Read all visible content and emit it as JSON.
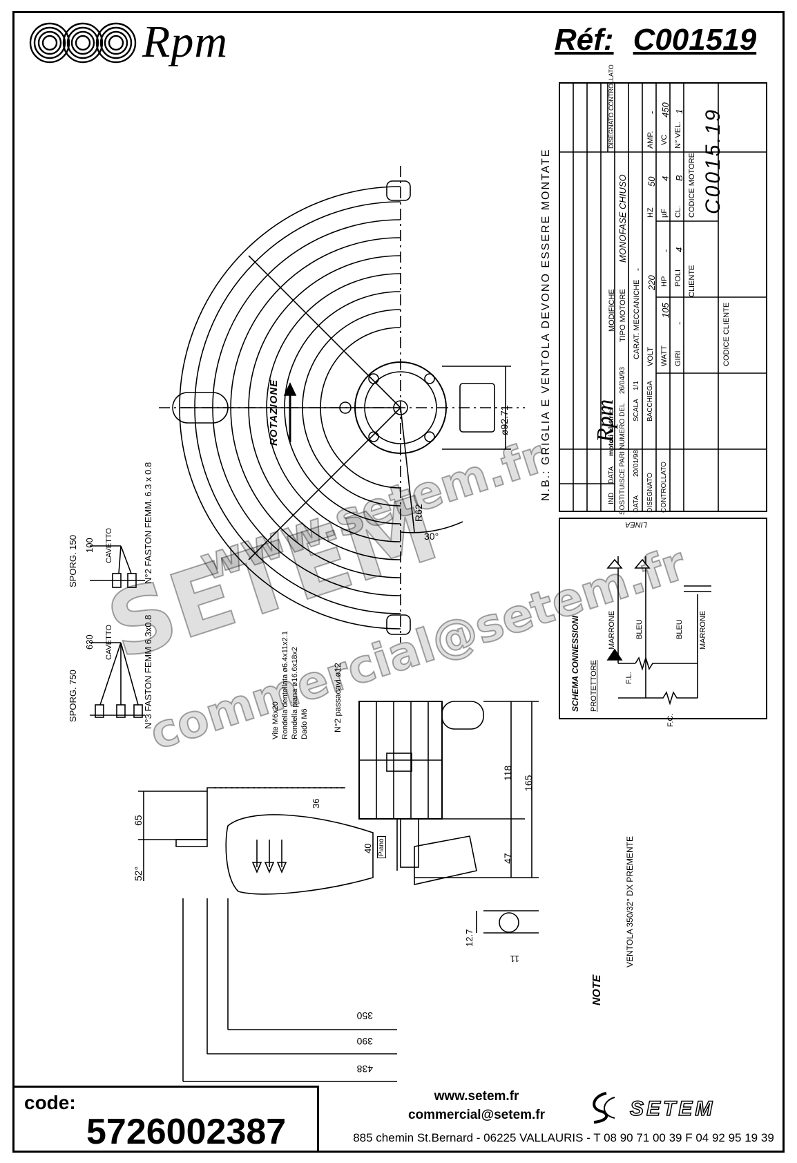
{
  "header": {
    "logo_label": "Rpm",
    "ref_label": "Réf:",
    "ref_value": "C001519"
  },
  "drawing": {
    "note_line": "N.B.: GRIGLIA E VENTOLA DEVONO ESSERE MONTATE",
    "rotation_label": "ROTAZIONE",
    "diameter_hub": "ø92.71",
    "radius": "R62",
    "angle": "30°",
    "dims": [
      "65",
      "52°",
      "36",
      "40",
      "118",
      "165",
      "47",
      "12.7",
      "350",
      "390",
      "438",
      "11"
    ],
    "plano": "Piano",
    "fixing_notes": [
      "Vite M6x20",
      "Rondella dentellata ø6.4x11x2.1",
      "Rondella piana ø16.6x18x2",
      "Dado M6"
    ],
    "passacavi": "N°2 passacavi ø12",
    "cable_1": {
      "label": "SPORG. 150",
      "length": "100",
      "type": "CAVETTO",
      "faston": "N°2 FASTON FEMM. 6.3 x 0.8"
    },
    "cable_2": {
      "label": "SPORG. 750",
      "length": "630",
      "type": "CAVETTO",
      "faston": "N°3 FASTON FEMM 6.3x0.8"
    },
    "fan_note": "VENTOLA 350/32° DX PREMENTE",
    "note_label": "NOTE"
  },
  "title_block": {
    "tipo_motore_label": "TIPO MOTORE",
    "tipo_motore": "MONOFASE CHIUSO",
    "carat_label": "CARAT. MECCANICHE",
    "carat_value": "-",
    "volt_label": "VOLT",
    "volt": "220",
    "hz_label": "HZ",
    "hz": "50",
    "amp_label": "AMP.",
    "amp": "-",
    "watt_label": "WATT",
    "watt": "105",
    "hp_label": "HP",
    "hp": "-",
    "uf_label": "µF",
    "uf": "4",
    "vc_label": "VC",
    "vc": "450",
    "giri_label": "GIRI",
    "giri": "-",
    "poli_label": "POLI",
    "poli": "4",
    "cl_label": "CL.",
    "cl": "B",
    "vel_label": "N° VEL.",
    "vel": "1",
    "cliente_label": "CLIENTE",
    "codice_motore_label": "CODICE MOTORE",
    "codice_motore": "C0015.19",
    "codice_cliente_label": "CODICE CLIENTE",
    "modifiche_label": "MODIFICHE",
    "disegnato_label": "DISEGNATO",
    "controllato_label": "CONTROLLATO",
    "ind_label": "IND",
    "data_label": "DATA",
    "sostituisce": "SOSTITUISCE PARI NUMERO DEL",
    "sostituisce_data": "26/04/93",
    "data": "20/01/98",
    "scala_label": "SCALA",
    "scala": "1/1",
    "disegnato_by": "BACCHIEGA",
    "brand": "Rpm",
    "brand_sub": "motori elettrici"
  },
  "schema": {
    "title": "SCHEMA CONNESSIONI",
    "protettore": "PROTETTORE",
    "linea": "LINEA",
    "marrone": "MARRONE",
    "bleu": "BLEU",
    "fl": "F.L.",
    "fc": "F.C."
  },
  "watermark": {
    "line1": "www.setem.fr",
    "line2": "SETEM",
    "line3": "commercial@setem.fr"
  },
  "footer": {
    "code_label": "code:",
    "code_value": "5726002387",
    "web": "www.setem.fr",
    "email": "commercial@setem.fr",
    "address": "885 chemin St.Bernard  -  06225 VALLAURIS  -  T 08 90 71 00 39   F 04 92 95 19 39",
    "setem_logo": "SETEM"
  }
}
